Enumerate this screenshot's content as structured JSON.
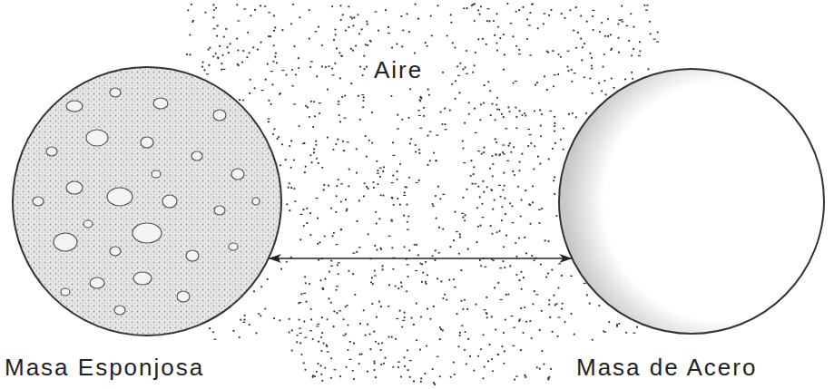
{
  "diagram": {
    "nodes": [
      {
        "text": [
          "Masa Esponjosa"
        ]
      },
      {
        "text": [
          "Masa de Acero"
        ]
      }
    ],
    "edges": [
      {
        "from": 0,
        "to": 1,
        "arrow": "both"
      }
    ],
    "labels": [
      "Aire"
    ]
  }
}
